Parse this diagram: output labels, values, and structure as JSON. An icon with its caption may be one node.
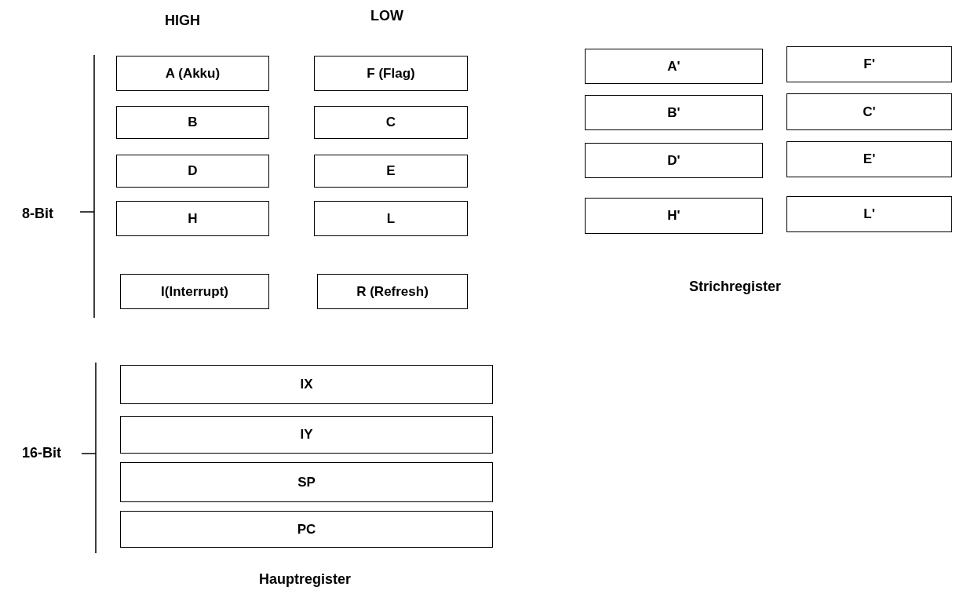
{
  "diagram": {
    "nodes": [
      {
        "text": [
          "A (Akku)"
        ]
      },
      {
        "text": [
          "F (Flag)"
        ]
      },
      {
        "text": [
          "B"
        ]
      },
      {
        "text": [
          "C"
        ]
      },
      {
        "text": [
          "D"
        ]
      },
      {
        "text": [
          "E"
        ]
      },
      {
        "text": [
          "H"
        ]
      },
      {
        "text": [
          "L"
        ]
      },
      {
        "text": [
          "I(Interrupt)"
        ]
      },
      {
        "text": [
          "R (Refresh)"
        ]
      },
      {
        "text": [
          "IX"
        ]
      },
      {
        "text": [
          "IY"
        ]
      },
      {
        "text": [
          "SP"
        ]
      },
      {
        "text": [
          "PC"
        ]
      },
      {
        "text": [
          "A'"
        ]
      },
      {
        "text": [
          "F'"
        ]
      },
      {
        "text": [
          "B'"
        ]
      },
      {
        "text": [
          "C'"
        ]
      },
      {
        "text": [
          "D'"
        ]
      },
      {
        "text": [
          "E'"
        ]
      },
      {
        "text": [
          "H'"
        ]
      },
      {
        "text": [
          "L'"
        ]
      }
    ],
    "labels": [
      "HIGH",
      "LOW",
      "8-Bit",
      "16-Bit",
      "Hauptregister",
      "Strichregister"
    ]
  }
}
